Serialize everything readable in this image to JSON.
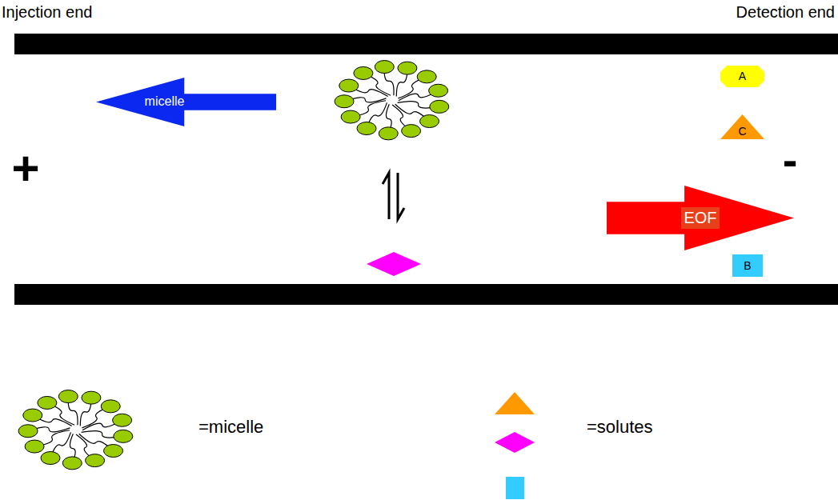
{
  "diagram": {
    "nodes": [
      {
        "text": [
          "micelle"
        ]
      },
      {
        "text": [
          "A"
        ]
      },
      {
        "text": [
          "C"
        ]
      },
      {
        "text": [
          "EOF"
        ]
      },
      {
        "text": [
          "B"
        ]
      }
    ],
    "labels": [
      "Injection end",
      "Detection end",
      "+",
      "-"
    ],
    "legend": [
      {
        "text": "=micelle"
      },
      {
        "text": "=solutes"
      }
    ]
  }
}
